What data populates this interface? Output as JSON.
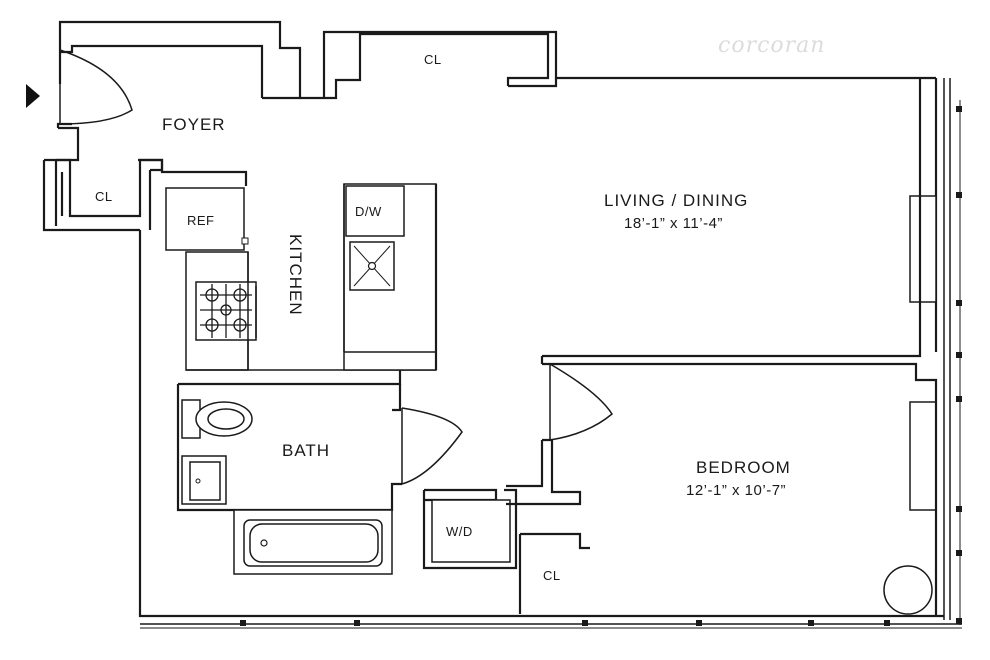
{
  "brand": {
    "watermark": "corcoran"
  },
  "rooms": {
    "foyer": {
      "label": "FOYER"
    },
    "closet_top": {
      "label": "CL"
    },
    "closet_left": {
      "label": "CL"
    },
    "closet_bedroom": {
      "label": "CL"
    },
    "kitchen": {
      "label": "KITCHEN"
    },
    "living_dining": {
      "label": "LIVING / DINING",
      "dimensions": "18’-1” x 11’-4”"
    },
    "bedroom": {
      "label": "BEDROOM",
      "dimensions": "12’-1” x 10’-7”"
    },
    "bath": {
      "label": "BATH"
    }
  },
  "fixtures": {
    "refrigerator": "REF",
    "dishwasher": "D/W",
    "washer_dryer": "W/D"
  },
  "icons": {
    "entry": "entry-arrow-icon",
    "sink": "sink-icon",
    "stove": "stove-icon",
    "toilet": "toilet-icon",
    "bathtub": "bathtub-icon"
  }
}
